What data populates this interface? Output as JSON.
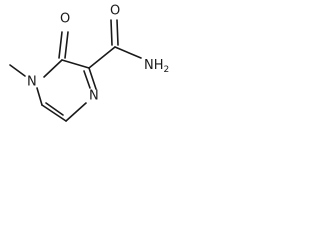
{
  "molecule": {
    "atoms": {
      "n_methyl": "N",
      "n_ring": "N",
      "o_ketone": "O",
      "o_amide": "O",
      "nh2": "NH",
      "nh2_sub": "2"
    }
  }
}
